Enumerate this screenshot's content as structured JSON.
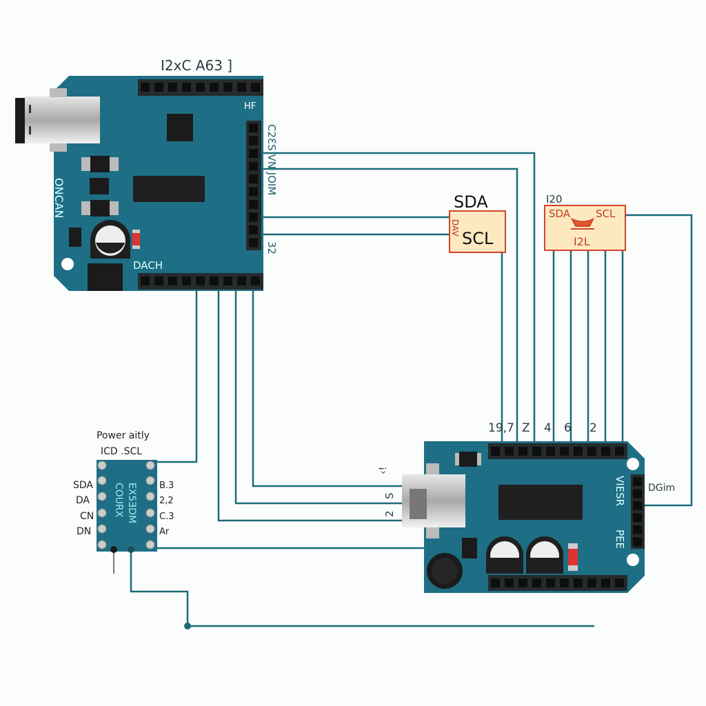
{
  "colors": {
    "board": "#1e6f85",
    "wire": "#1a6b78",
    "header": "#262b2e",
    "module_box": "#fde8c0",
    "module_border": "#d0432a"
  },
  "board1": {
    "title": "I2xC A63 ]",
    "corner_label": "HF",
    "side_label": "C2ƐS VN JOIM",
    "side_label2": "32",
    "left_label": "ONCAN",
    "bottom_label": "DACH"
  },
  "sda_module": {
    "top_label": "SDA",
    "inner_label": "SCL",
    "side_label": "DAV"
  },
  "i2c_module": {
    "top_label": "I20",
    "sda": "SDA",
    "scl": "SCL",
    "bottom_label": "I2L"
  },
  "power_module": {
    "title": "Power aitly",
    "subtitle": "ICD .SCL",
    "left_pins": [
      "SDA",
      "DA",
      "CN",
      "DN"
    ],
    "right_pins": [
      "B.3",
      "2,2",
      "C.3",
      "Ar"
    ],
    "chip_text1": "COURX",
    "chip_text2": "EX5ƎDM"
  },
  "board2": {
    "top_pins": [
      "19,7",
      "Z",
      "4",
      "6",
      "2"
    ],
    "right_label": "DGim",
    "side_label": "VIESR",
    "side_label2": "PEE",
    "left_labels": [
      "‹!",
      "S",
      "2"
    ]
  }
}
